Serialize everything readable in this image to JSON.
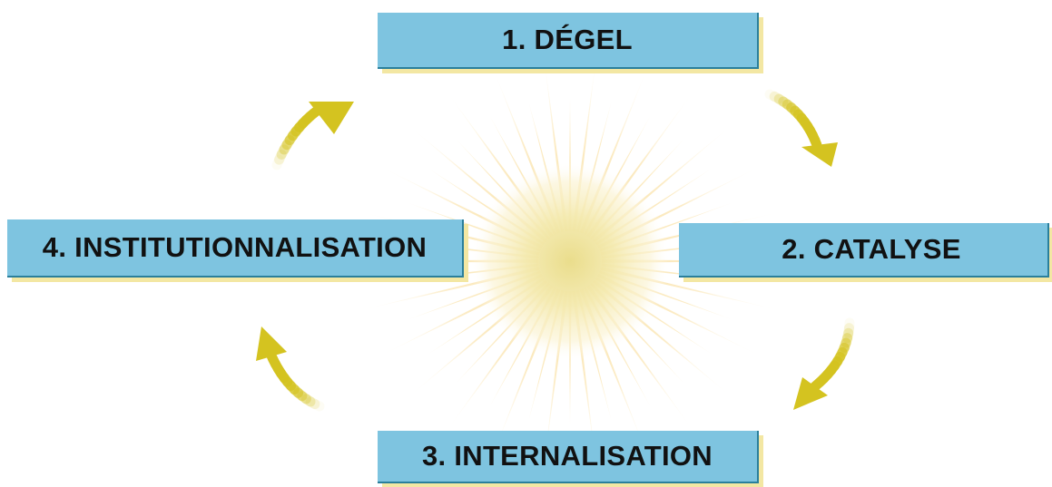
{
  "stages": [
    {
      "label": "1. DÉGEL"
    },
    {
      "label": "2. CATALYSE"
    },
    {
      "label": "3. INTERNALISATION"
    },
    {
      "label": "4. INSTITUTIONNALISATION"
    }
  ],
  "colors": {
    "box_fill": "#7ec4e0",
    "box_edge": "#2a7f9b",
    "box_shadow": "#f3e7a3",
    "arrow": "#d4c320",
    "sun_core": "#f1e9a0",
    "sun_rays": "#fbe3a8"
  },
  "icons": {
    "center": "sun-burst-icon",
    "arrows": "curved-arrow-icon"
  }
}
